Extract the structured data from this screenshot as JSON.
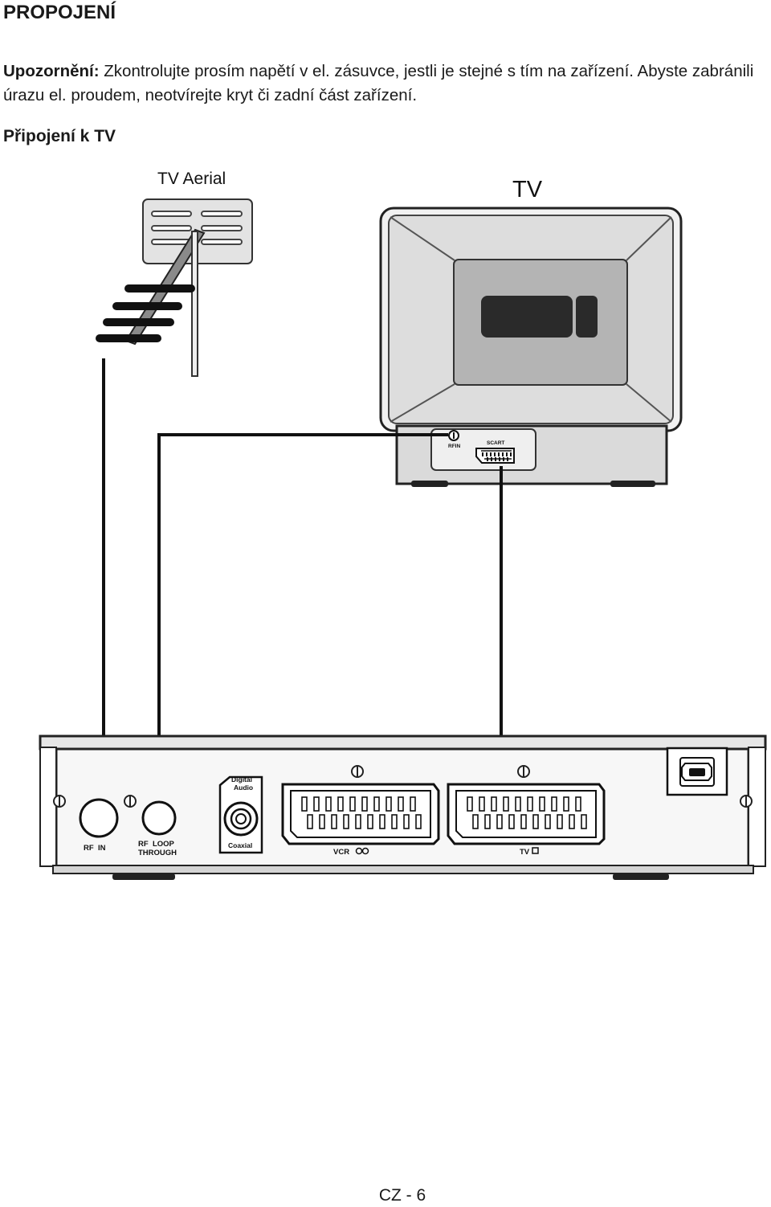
{
  "page_title": "PROPOJENÍ",
  "warning": {
    "label": "Upozornění:",
    "text": " Zkontrolujte prosím napětí v el. zásuvce, jestli je stejné s tím na zařízení. Abyste zabránili úrazu el. proudem, neotvírejte kryt či zadní část zařízení."
  },
  "section_heading": "Připojení k TV",
  "diagram": {
    "antenna_label": "TV Aerial",
    "tv_label": "TV",
    "tv_port_rf": "RFIN",
    "tv_port_scart": "SCART",
    "receiver": {
      "rf_in": "RF  IN",
      "rf_loop_1": "RF  LOOP",
      "rf_loop_2": "THROUGH",
      "digital_audio_1": "Digital",
      "digital_audio_2": "Audio",
      "coaxial": "Coaxial",
      "vcr": "VCR",
      "tv": "TV"
    }
  },
  "footer": "CZ - 6"
}
